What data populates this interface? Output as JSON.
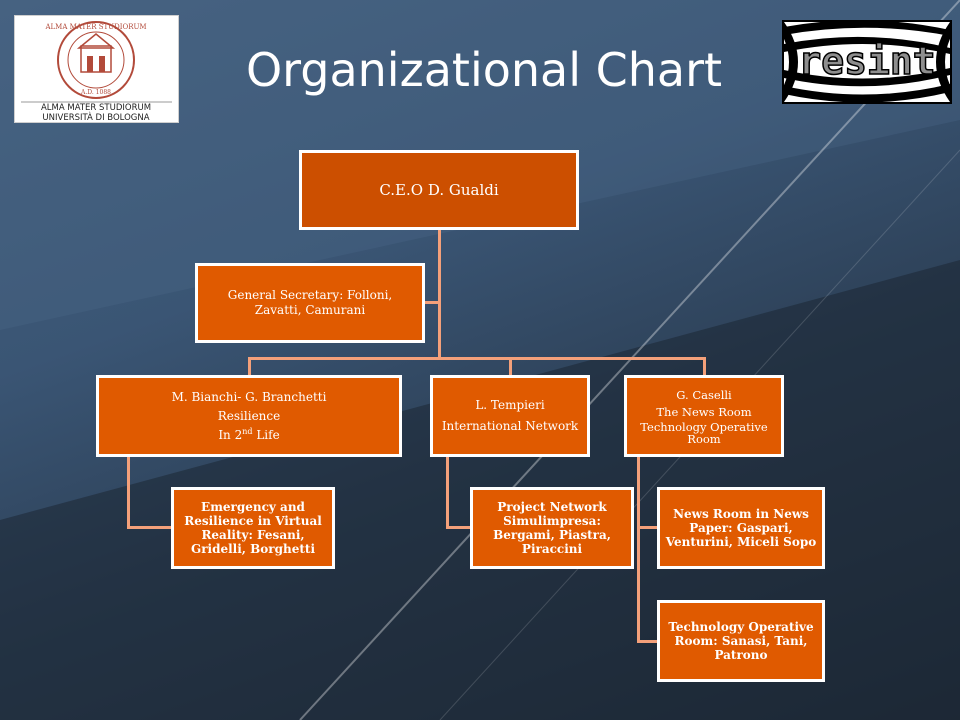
{
  "slide": {
    "title": "Organizational Chart"
  },
  "logos": {
    "left": {
      "line1": "ALMA MATER STUDIORUM",
      "line2": "UNIVERSITÀ DI BOLOGNA",
      "seal_ring": "ALMA MATER STUDIORUM",
      "seal_date": "A.D. 1088"
    },
    "right": {
      "text": "resint"
    }
  },
  "org": {
    "ceo": "C.E.O D. Gualdi",
    "secretary": "General Secretary: Folloni, Zavatti, Camurani",
    "branch1": {
      "line1": "M. Bianchi- G. Branchetti",
      "line2": "Resilience",
      "line3_prefix": "In 2",
      "line3_sup": "nd",
      "line3_suffix": " Life",
      "child": "Emergency and Resilience in Virtual Reality: Fesani, Gridelli, Borghetti"
    },
    "branch2": {
      "line1": "L. Tempieri",
      "line2": "International Network",
      "child": "Project Network Simulimpresa: Bergami, Piastra, Piraccini"
    },
    "branch3": {
      "line1": "G. Caselli",
      "line2": "The News Room",
      "line3": "Technology Operative Room",
      "child1": "News Room in News Paper: Gaspari, Venturini, Miceli Sopo",
      "child2": "Technology Operative Room: Sanasi, Tani, Patrono"
    }
  },
  "colors": {
    "box_fill": "#e05a00",
    "ceo_fill": "#cc4f00",
    "connector": "#f4a07a",
    "border": "#ffffff"
  }
}
